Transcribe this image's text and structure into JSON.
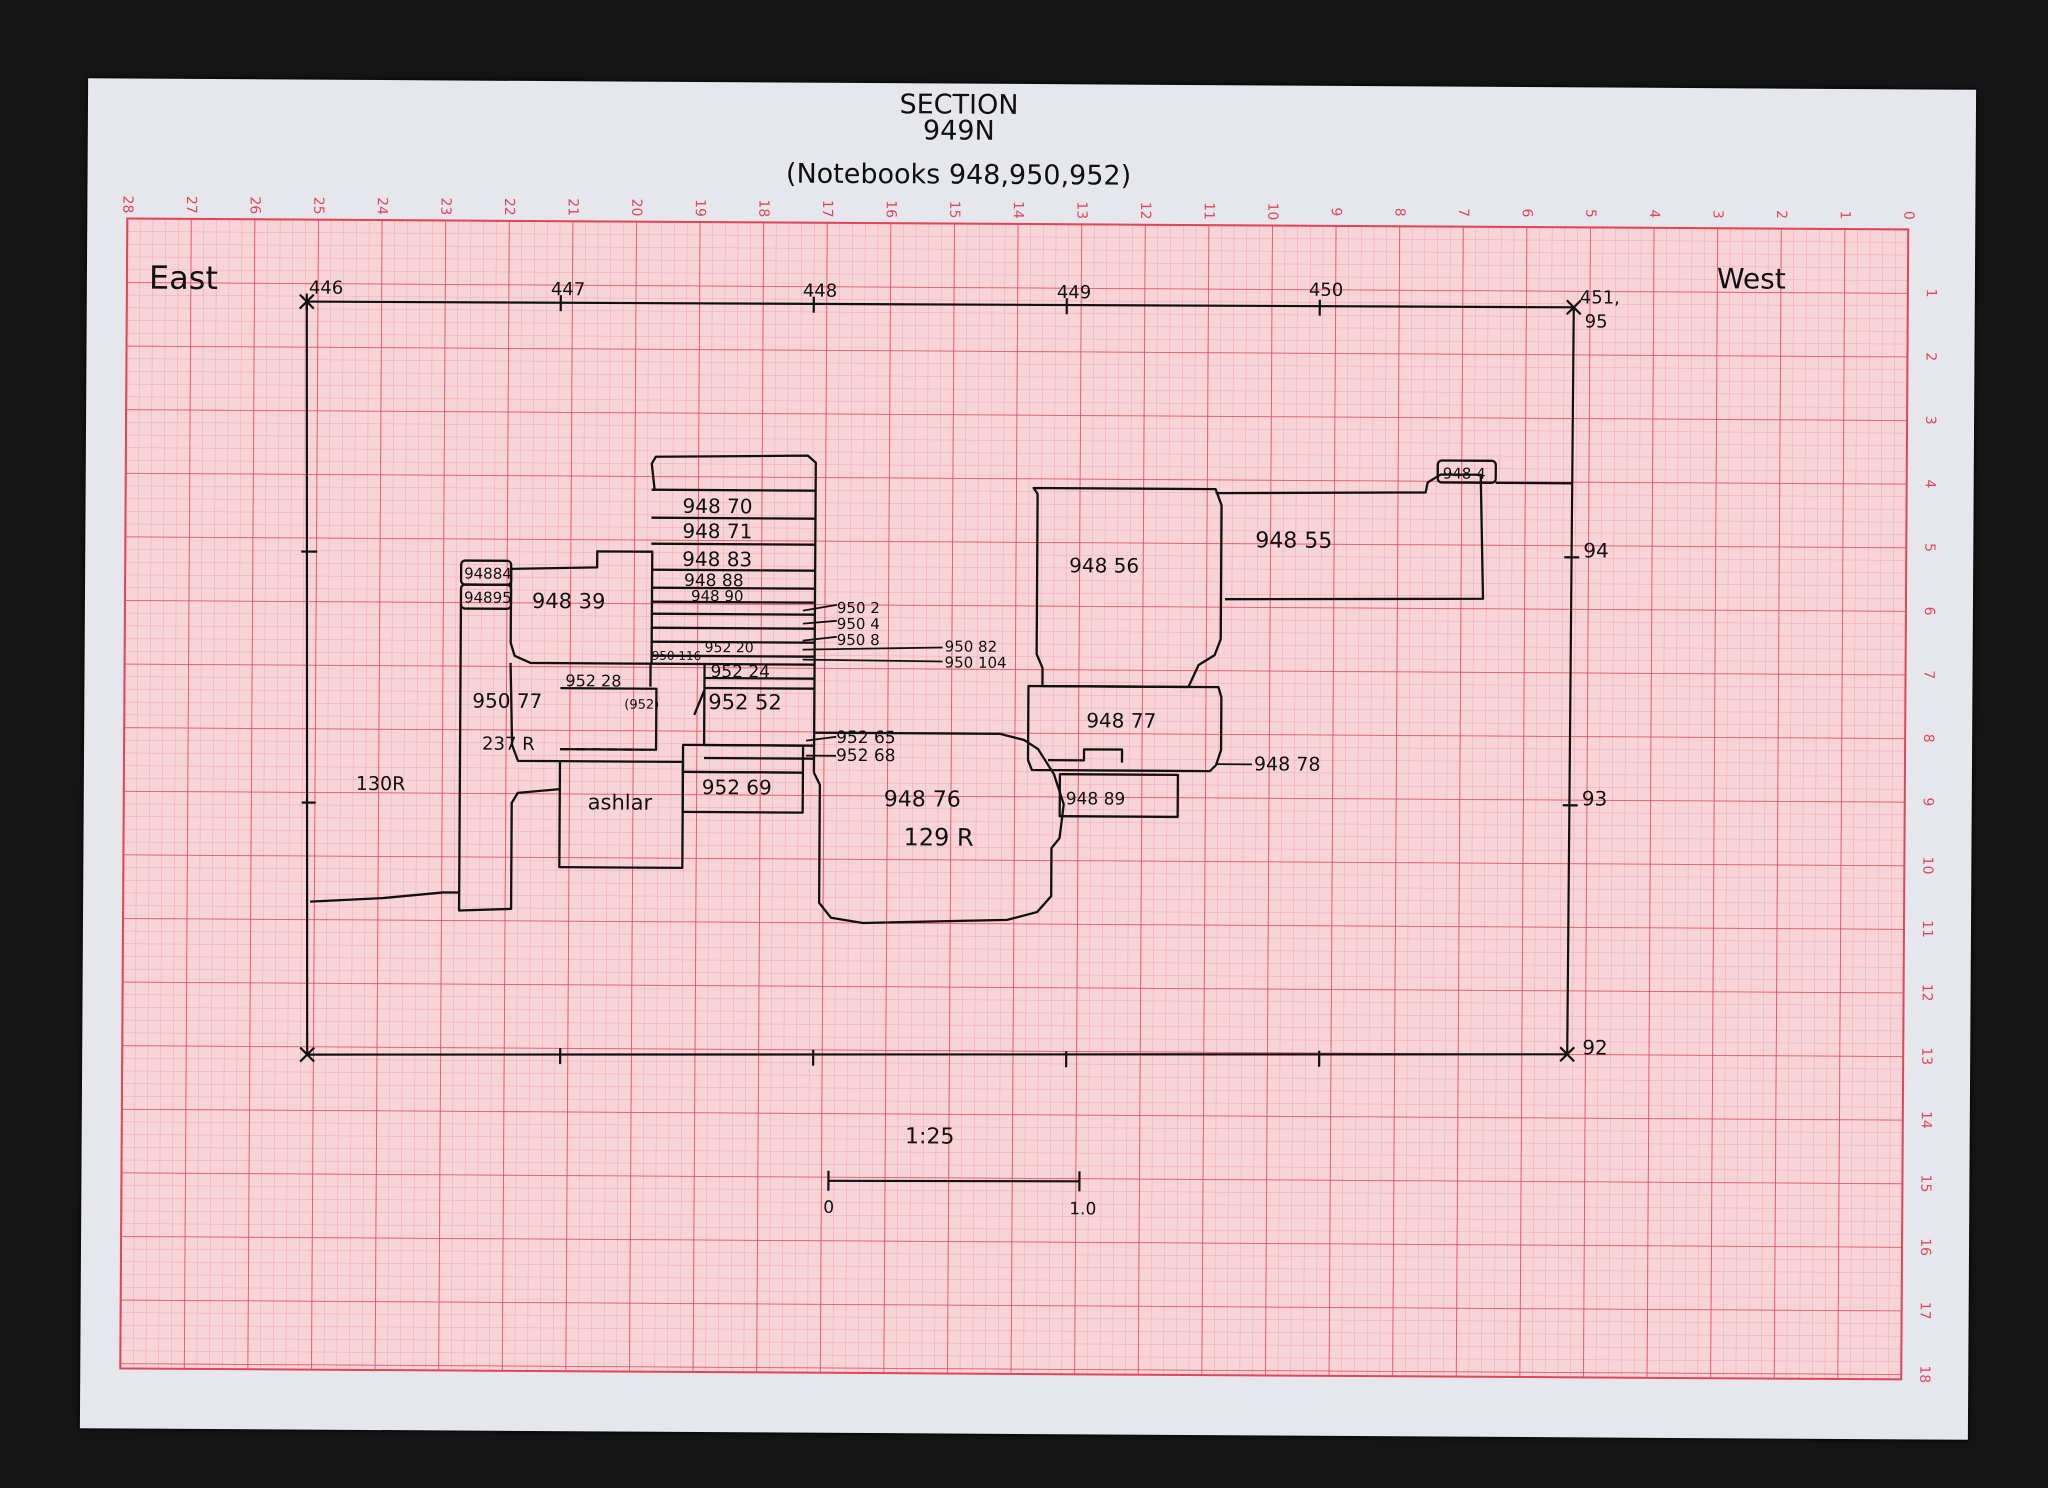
{
  "heading": {
    "line1": "SECTION",
    "line2": "949N",
    "line3": "(Notebooks 948,950,952)"
  },
  "directions": {
    "left": "East",
    "right": "West"
  },
  "top_grid_labels": [
    "446",
    "447",
    "448",
    "449",
    "450",
    "451,"
  ],
  "right_elevation_labels": [
    "95",
    "94",
    "93",
    "92"
  ],
  "top_axis_numbers": [
    "28",
    "27",
    "26",
    "25",
    "24",
    "23",
    "22",
    "21",
    "20",
    "19",
    "18",
    "17",
    "16",
    "15",
    "14",
    "13",
    "12",
    "11",
    "10",
    "9",
    "8",
    "7",
    "6",
    "5",
    "4",
    "3",
    "2",
    "1",
    "0"
  ],
  "right_axis_numbers": [
    "1",
    "2",
    "3",
    "4",
    "5",
    "6",
    "7",
    "8",
    "9",
    "10",
    "11",
    "12",
    "13",
    "14",
    "15",
    "16",
    "17",
    "18"
  ],
  "units": {
    "u_948_70": "948 70",
    "u_948_71": "948 71",
    "u_948_83": "948 83",
    "u_948_88": "948 88",
    "u_948_90": "948 90",
    "u_948_84a": "94884",
    "u_948_95": "94895",
    "u_948_39": "948 39",
    "u_950_116": "950 116",
    "u_952_20": "952 20",
    "u_952_28": "952 28",
    "u_952_24": "952 24",
    "u_952_sub": "(952)",
    "u_952_52": "952 52",
    "u_950_77": "950 77",
    "u_237r": "237 R",
    "u_130r": "130R",
    "u_ashlar": "ashlar",
    "u_952_69": "952 69",
    "u_948_76": "948 76",
    "u_129r": "129 R",
    "u_948_56": "948 56",
    "u_948_55": "948 55",
    "u_948_84b": "948 4",
    "u_948_77": "948 77",
    "u_948_89": "948 89"
  },
  "callouts": {
    "c_950_2": "950 2",
    "c_950_4": "950 4",
    "c_950_8": "950 8",
    "c_950_82": "950 82",
    "c_950_104": "950 104",
    "c_952_65": "952 65",
    "c_952_68": "952 68",
    "c_948_78": "948 78"
  },
  "scale": {
    "ratio": "1:25",
    "start": "0",
    "end": "1.0"
  }
}
